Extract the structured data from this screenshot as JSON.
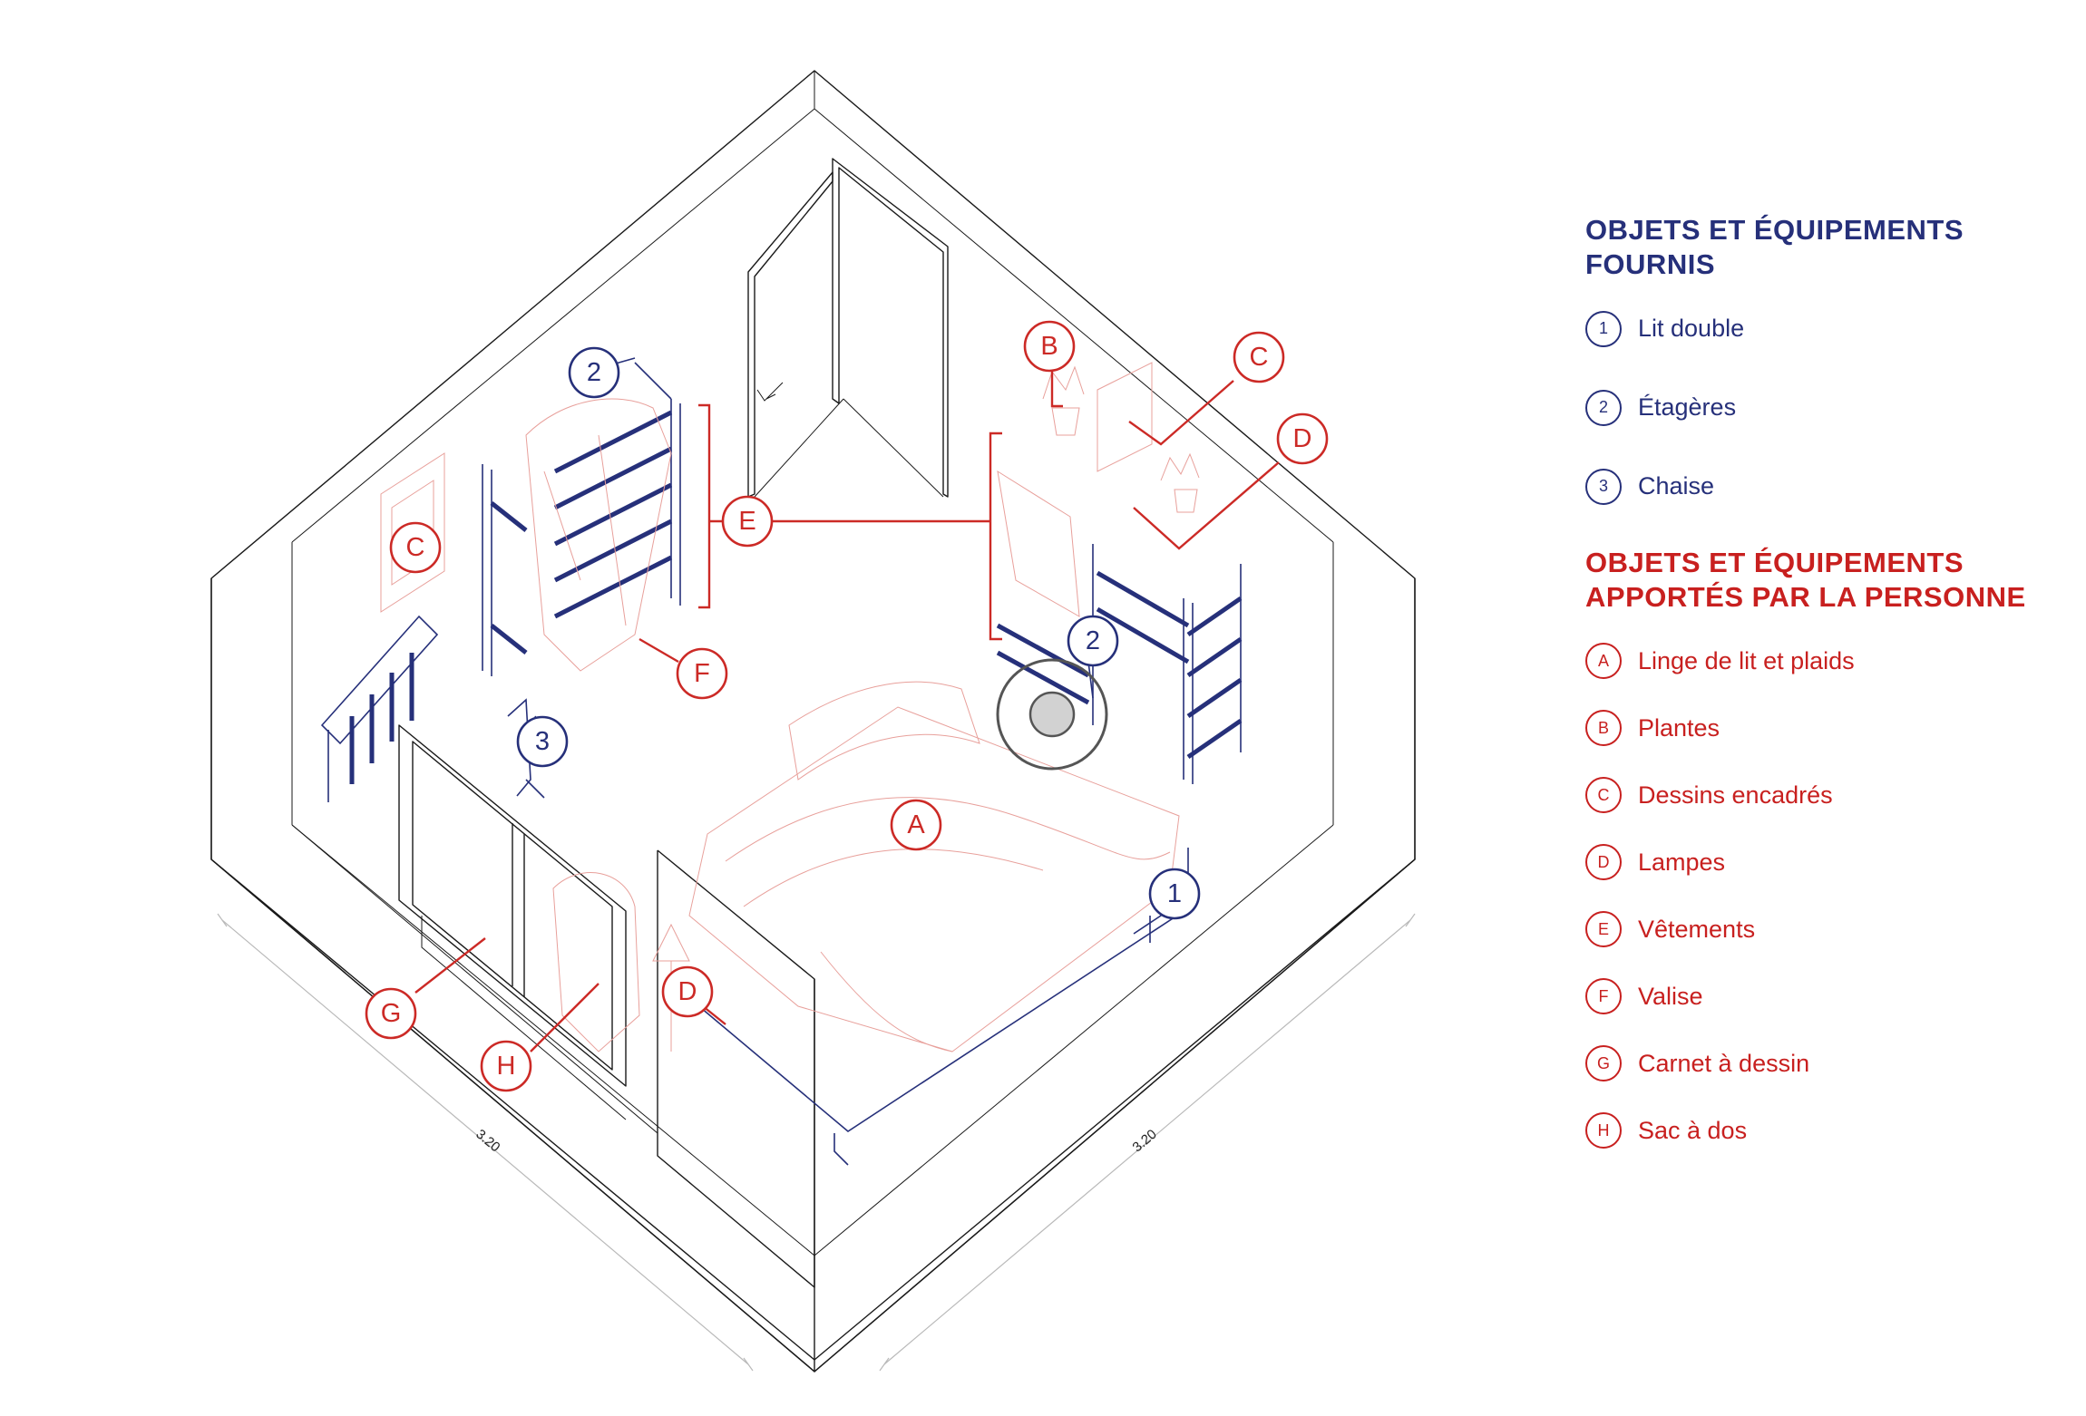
{
  "legend": {
    "fournis": {
      "title_line1": "OBJETS ET ÉQUIPEMENTS",
      "title_line2": "FOURNIS",
      "items": [
        {
          "key": "1",
          "label": "Lit double"
        },
        {
          "key": "2",
          "label": "Étagères"
        },
        {
          "key": "3",
          "label": "Chaise"
        }
      ]
    },
    "apportes": {
      "title_line1": "OBJETS ET ÉQUIPEMENTS",
      "title_line2": "APPORTÉS PAR LA PERSONNE",
      "items": [
        {
          "key": "A",
          "label": "Linge de lit et plaids"
        },
        {
          "key": "B",
          "label": "Plantes"
        },
        {
          "key": "C",
          "label": "Dessins encadrés"
        },
        {
          "key": "D",
          "label": "Lampes"
        },
        {
          "key": "E",
          "label": "Vêtements"
        },
        {
          "key": "F",
          "label": "Valise"
        },
        {
          "key": "G",
          "label": "Carnet à dessin"
        },
        {
          "key": "H",
          "label": "Sac à dos"
        }
      ]
    }
  },
  "callouts": {
    "n1": "1",
    "n2a": "2",
    "n2b": "2",
    "n3": "3",
    "a": "A",
    "b": "B",
    "c1": "C",
    "c2": "C",
    "d1": "D",
    "d2": "D",
    "e": "E",
    "f": "F",
    "g": "G",
    "h": "H"
  },
  "dimensions": {
    "left": "3.20",
    "right": "3.20"
  },
  "colors": {
    "provided": "#26307a",
    "brought": "#cc2a26",
    "outline": "#1a1a1a"
  }
}
